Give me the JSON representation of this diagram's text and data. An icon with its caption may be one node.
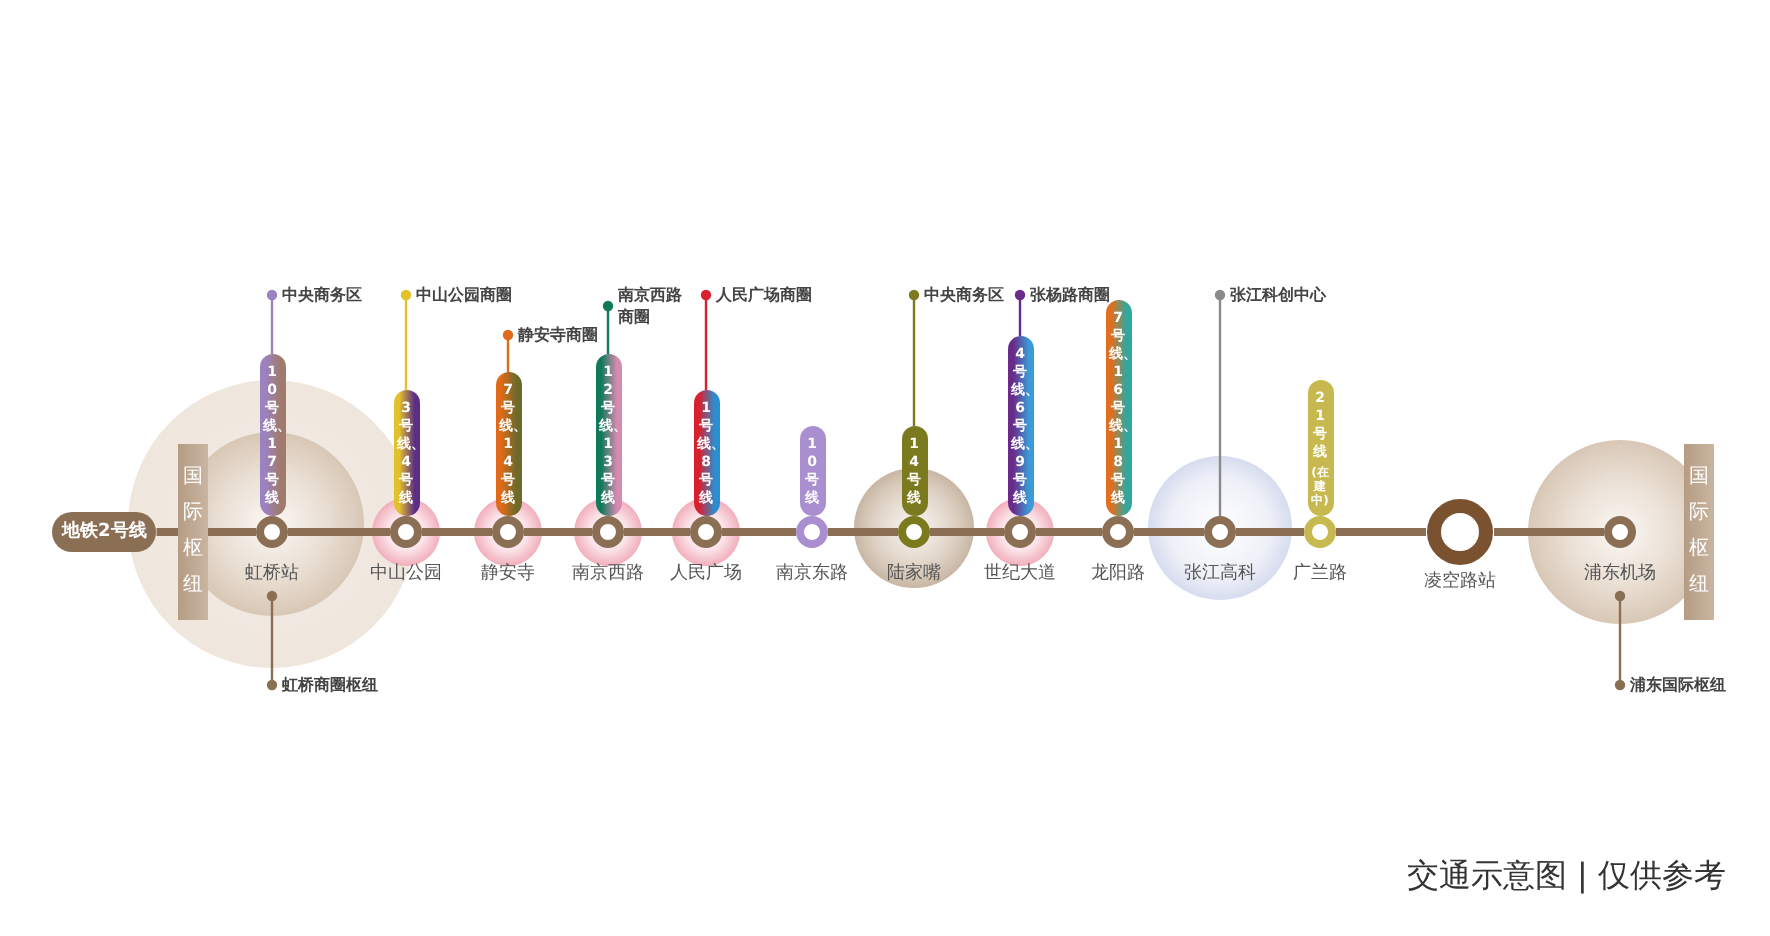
{
  "diagram": {
    "caption": "交通示意图 | 仅供参考",
    "nodes": [
      {
        "text": [
          "中央商务区"
        ]
      },
      {
        "text": [
          "中山公园商圈"
        ]
      },
      {
        "text": [
          "静安寺商圈"
        ]
      },
      {
        "text": [
          "南京西路商圈"
        ]
      },
      {
        "text": [
          "人民广场商圈"
        ]
      },
      {
        "text": [
          "中央商务区"
        ]
      },
      {
        "text": [
          "张杨路商圈"
        ]
      },
      {
        "text": [
          "张江科创中心"
        ]
      },
      {
        "text": [
          "10号线、17号线"
        ]
      },
      {
        "text": [
          "3号线、4号线"
        ]
      },
      {
        "text": [
          "7号线、14号线"
        ]
      },
      {
        "text": [
          "12号线、13号线"
        ]
      },
      {
        "text": [
          "1号线、8号线"
        ]
      },
      {
        "text": [
          "10号线"
        ]
      },
      {
        "text": [
          "14号线"
        ]
      },
      {
        "text": [
          "4号线、6号线、9号线"
        ]
      },
      {
        "text": [
          "7号线、16号线、18号线"
        ]
      },
      {
        "text": [
          "21号线",
          "(在建中)"
        ]
      },
      {
        "text": [
          "地铁2号线"
        ]
      },
      {
        "text": [
          "国际枢纽"
        ]
      },
      {
        "text": [],
        "shape": "circle",
        "beside": [
          "虹桥站"
        ]
      },
      {
        "text": [],
        "shape": "circle",
        "beside": [
          "中山公园"
        ]
      },
      {
        "text": [],
        "shape": "circle",
        "beside": [
          "静安寺"
        ]
      },
      {
        "text": [],
        "shape": "circle",
        "beside": [
          "南京西路"
        ]
      },
      {
        "text": [],
        "shape": "circle",
        "beside": [
          "人民广场"
        ]
      },
      {
        "text": [],
        "shape": "circle",
        "beside": [
          "南京东路"
        ]
      },
      {
        "text": [],
        "shape": "circle",
        "beside": [
          "陆家嘴"
        ]
      },
      {
        "text": [],
        "shape": "circle",
        "beside": [
          "世纪大道"
        ]
      },
      {
        "text": [],
        "shape": "circle",
        "beside": [
          "龙阳路"
        ]
      },
      {
        "text": [],
        "shape": "circle",
        "beside": [
          "张江高科"
        ]
      },
      {
        "text": [],
        "shape": "circle",
        "beside": [
          "广兰路"
        ]
      },
      {
        "text": [],
        "shape": "circle",
        "beside": [
          "凌空路站"
        ]
      },
      {
        "text": [],
        "shape": "circle",
        "beside": [
          "浦东机场"
        ]
      },
      {
        "text": [
          "国际枢纽"
        ]
      },
      {
        "text": [
          "虹桥商圈枢纽"
        ]
      },
      {
        "text": [
          "浦东国际枢纽"
        ]
      }
    ],
    "edges": [
      {
        "from": 18,
        "to": 19,
        "arrow": "none"
      },
      {
        "from": 19,
        "to": 20,
        "arrow": "none"
      },
      {
        "from": 20,
        "to": 21,
        "arrow": "none"
      },
      {
        "from": 21,
        "to": 22,
        "arrow": "none"
      },
      {
        "from": 22,
        "to": 23,
        "arrow": "none"
      },
      {
        "from": 23,
        "to": 24,
        "arrow": "none"
      },
      {
        "from": 24,
        "to": 25,
        "arrow": "none"
      },
      {
        "from": 25,
        "to": 26,
        "arrow": "none"
      },
      {
        "from": 26,
        "to": 27,
        "arrow": "none"
      },
      {
        "from": 27,
        "to": 28,
        "arrow": "none"
      },
      {
        "from": 28,
        "to": 29,
        "arrow": "none"
      },
      {
        "from": 29,
        "to": 30,
        "arrow": "none"
      },
      {
        "from": 30,
        "to": 31,
        "arrow": "none"
      },
      {
        "from": 31,
        "to": 32,
        "arrow": "none"
      },
      {
        "from": 0,
        "to": 8,
        "arrow": "other",
        "color": "#9b82c0"
      },
      {
        "from": 1,
        "to": 9,
        "arrow": "other",
        "color": "#e3c12a"
      },
      {
        "from": 2,
        "to": 10,
        "arrow": "other",
        "color": "#e06a1a"
      },
      {
        "from": 3,
        "to": 11,
        "arrow": "other",
        "color": "#0f7a5a"
      },
      {
        "from": 4,
        "to": 12,
        "arrow": "other",
        "color": "#d8202f"
      },
      {
        "from": 5,
        "to": 14,
        "arrow": "other",
        "color": "#7c7a1e"
      },
      {
        "from": 6,
        "to": 15,
        "arrow": "other",
        "color": "#6a2a8a"
      },
      {
        "from": 7,
        "to": 29,
        "arrow": "other",
        "color": "#8a8a8a"
      },
      {
        "from": 34,
        "to": 20,
        "arrow": "other",
        "color": "#8b6f55"
      },
      {
        "from": 35,
        "to": 32,
        "arrow": "other",
        "color": "#8b6f55"
      }
    ]
  }
}
